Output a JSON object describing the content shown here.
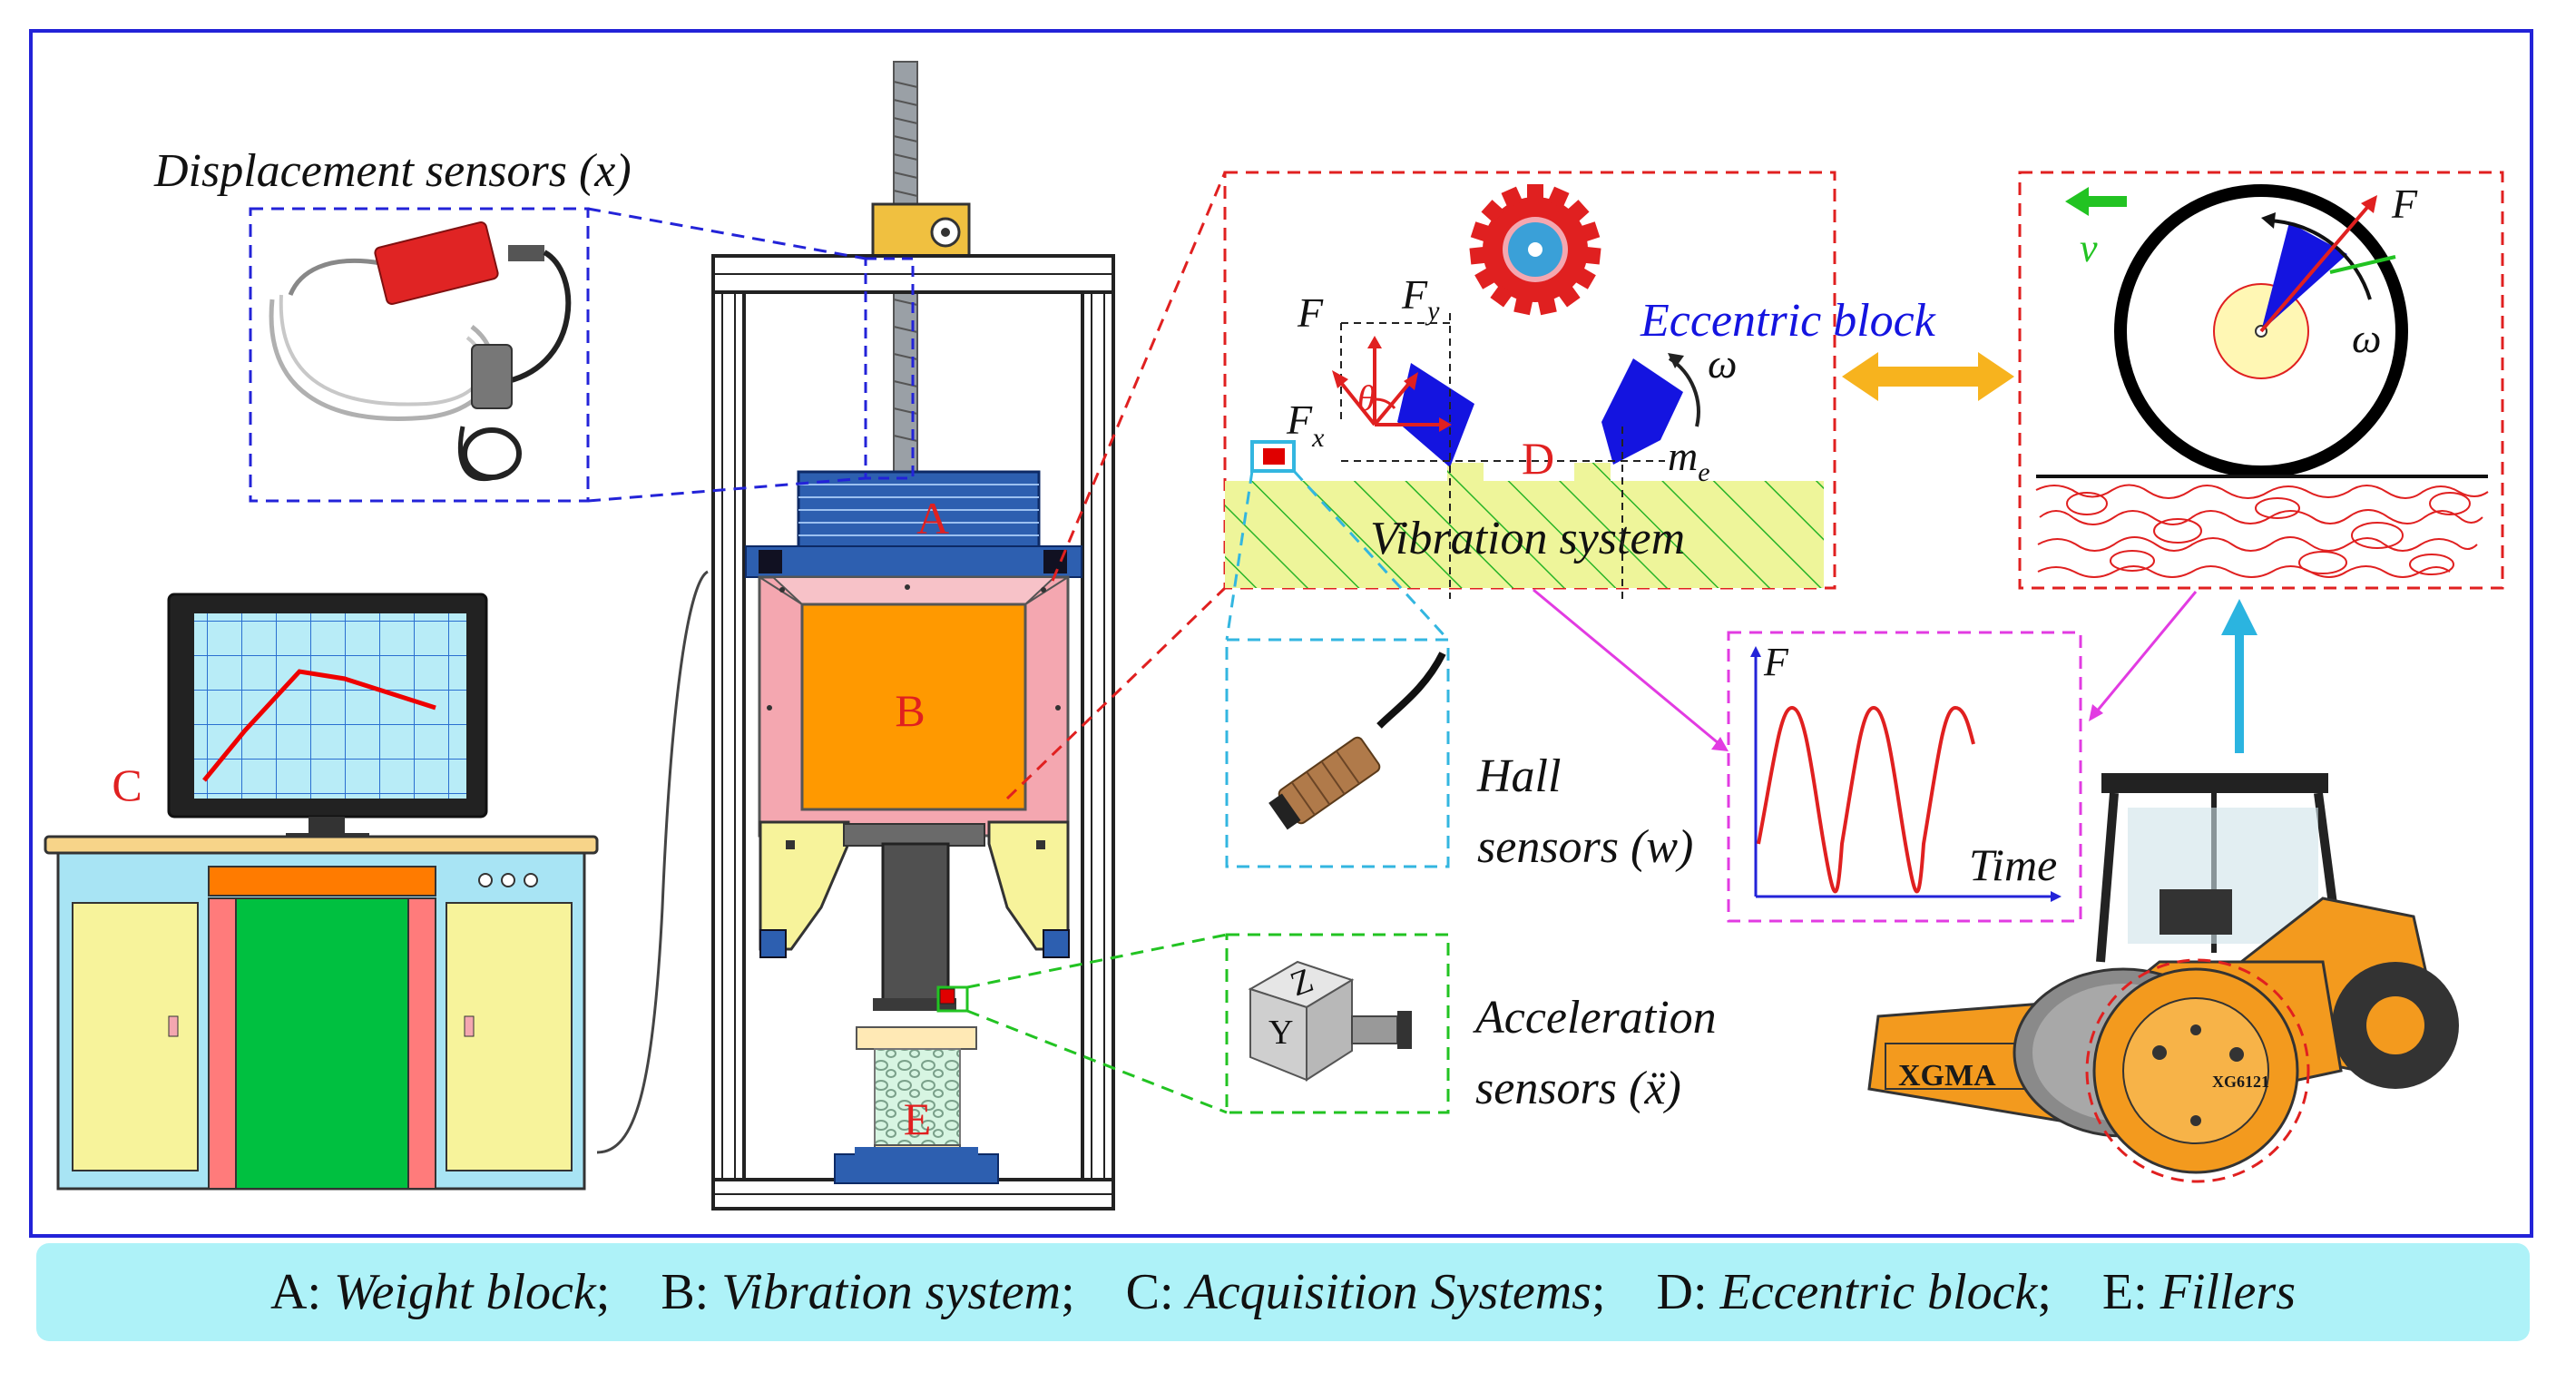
{
  "labels": {
    "displacement_sensors": "Displacement sensors",
    "displacement_symbol": "x",
    "hall_line1": "Hall",
    "hall_line2": "sensors",
    "hall_symbol": "w",
    "accel_line1": "Acceleration",
    "accel_line2": "sensors",
    "accel_symbol": "ẍ",
    "eccentric_block": "Eccentric block",
    "vibration_system": "Vibration system",
    "letter_a": "A",
    "letter_b": "B",
    "letter_c": "C",
    "letter_d": "D",
    "letter_e": "E",
    "force_f": "F",
    "force_fx": "F",
    "force_fx_sub": "x",
    "force_fy": "F",
    "force_fy_sub": "y",
    "theta": "θ",
    "omega": "ω",
    "mass": "m",
    "mass_sub": "e",
    "velocity": "v",
    "graph_f": "F",
    "graph_time": "Time",
    "roller_brand": "XGMA",
    "roller_model": "XG6121"
  },
  "caption": {
    "a_key": "A: ",
    "a_val": "Weight block",
    "b_key": "B: ",
    "b_val": "Vibration system",
    "c_key": "C: ",
    "c_val": "Acquisition Systems",
    "d_key": "D: ",
    "d_val": "Eccentric block",
    "e_key": "E: ",
    "e_val": "Fillers",
    "sep": ";"
  },
  "colors": {
    "frame_border": "#2323d8",
    "red_dash": "#e02020",
    "blue_dash": "#2323d8",
    "cyan_dash": "#33b6e0",
    "green_dash": "#22c322",
    "magenta_dash": "#e23be2",
    "weight_block": "#2d5fb0",
    "vibration_orange": "#ff9900",
    "vibration_pink": "#f4a7b0",
    "yellow_support": "#f7f39b",
    "desk_cyan": "#a8e4f4",
    "desk_green": "#00c040",
    "roller_orange": "#f39a1e",
    "caption_bg": "#aef2f8",
    "eccentric_blue": "#1414e0",
    "gear_red": "#e02020",
    "hatched_yellow": "#eef59a"
  }
}
